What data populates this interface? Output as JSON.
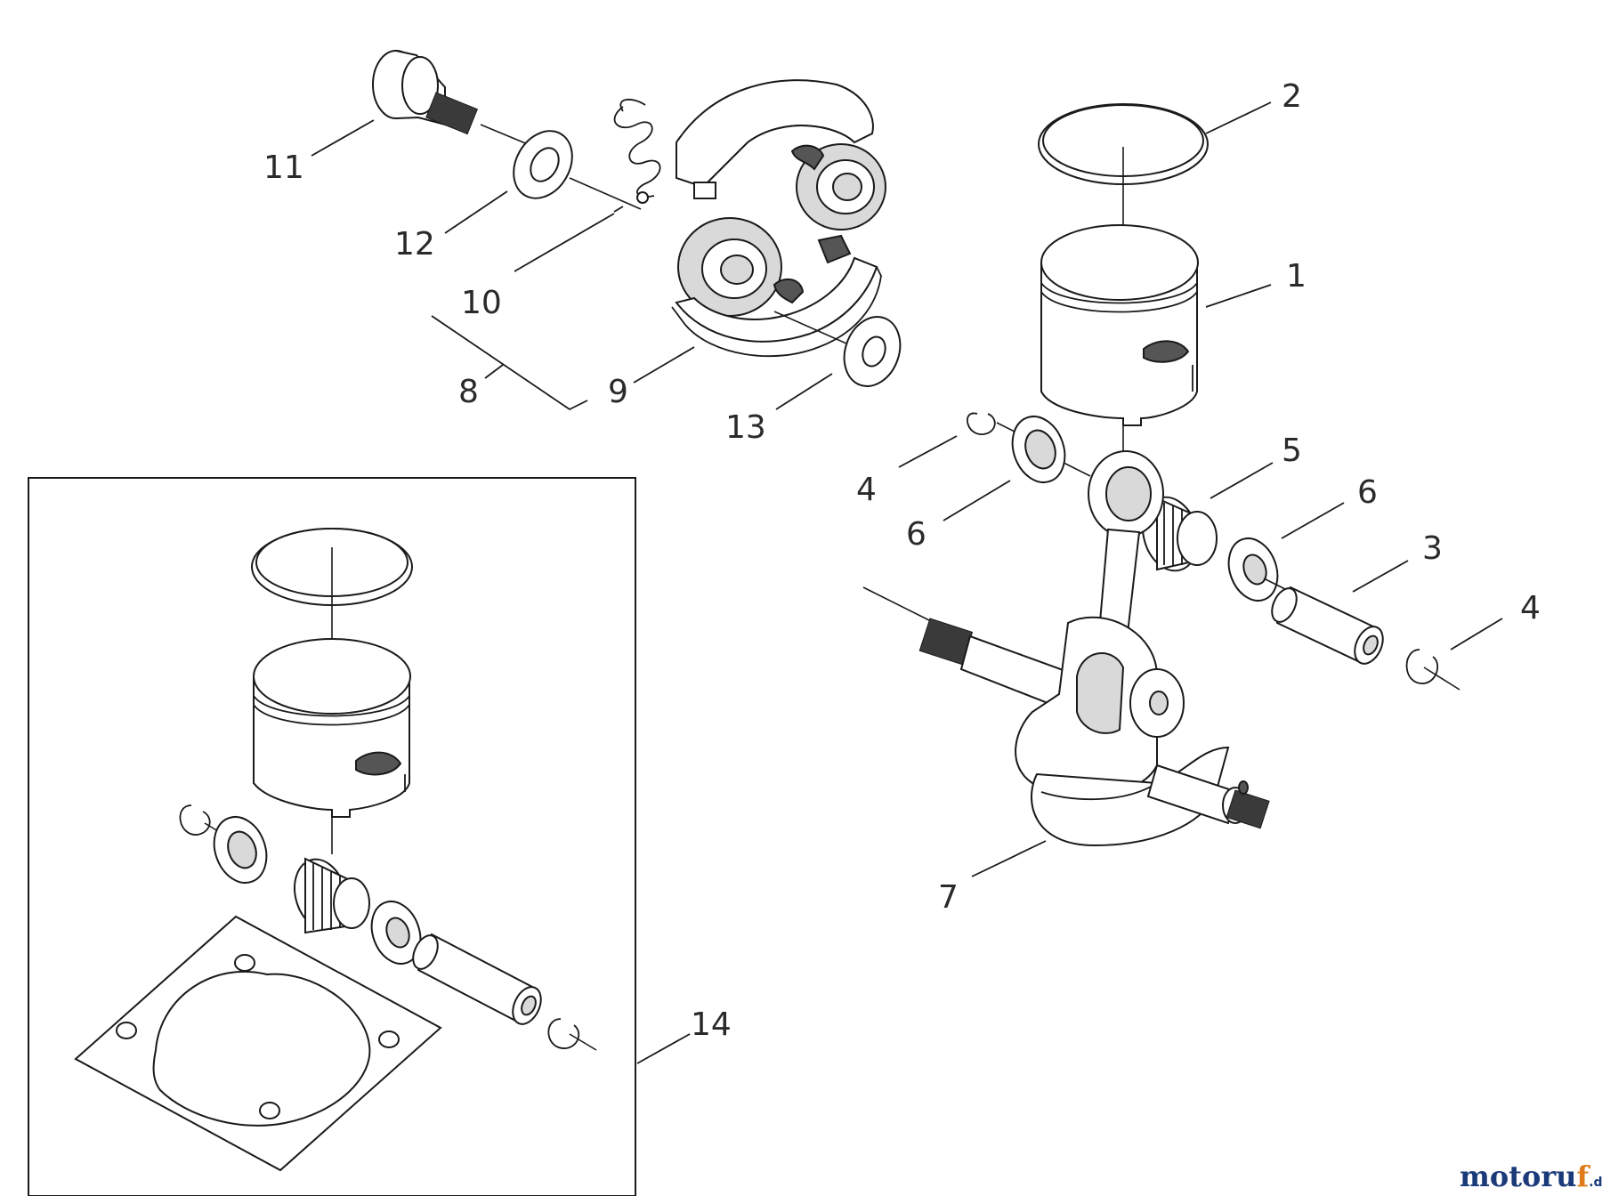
{
  "labels": {
    "l1": "1",
    "l2": "2",
    "l3": "3",
    "l4a": "4",
    "l4b": "4",
    "l5": "5",
    "l6a": "6",
    "l6b": "6",
    "l7": "7",
    "l8": "8",
    "l9": "9",
    "l10": "10",
    "l11": "11",
    "l12": "12",
    "l13": "13",
    "l14": "14"
  },
  "watermark": {
    "main": "motoruf",
    "suffix": ".de",
    "color_main": "#1a3a7a",
    "color_accent": "#e07a1a"
  }
}
